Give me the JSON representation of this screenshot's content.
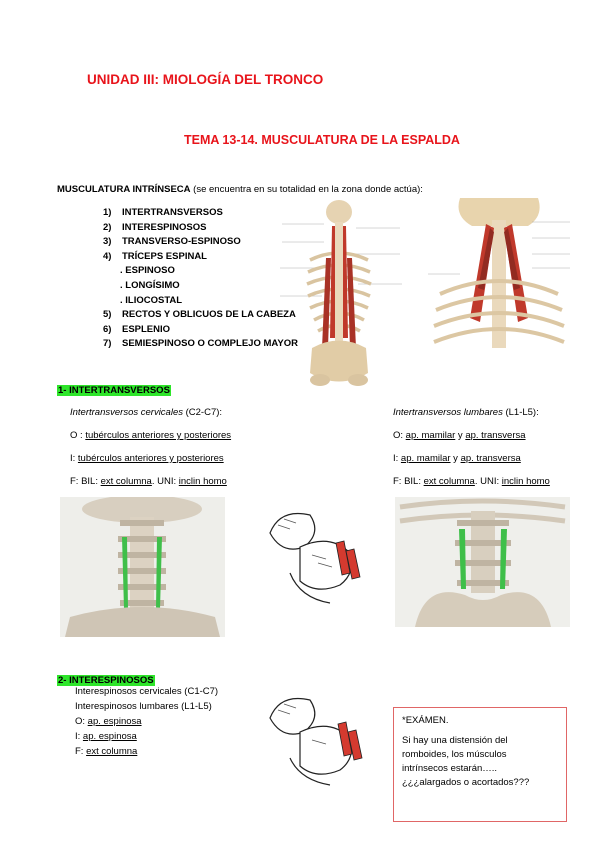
{
  "header": {
    "unit_title": "UNIDAD III: MIOLOGÍA DEL TRONCO",
    "topic_title": "TEMA 13-14. MUSCULATURA DE LA ESPALDA"
  },
  "intro": {
    "bold": "MUSCULATURA INTRÍNSECA",
    "rest": " (se encuentra en su totalidad en la zona donde actúa):"
  },
  "muscle_list": [
    {
      "num": "1)",
      "label": "INTERTRANSVERSOS"
    },
    {
      "num": "2)",
      "label": "INTERESPINOSOS"
    },
    {
      "num": "3)",
      "label": "TRANSVERSO-ESPINOSO"
    },
    {
      "num": "4)",
      "label": "TRÍCEPS ESPINAL"
    },
    {
      "num": "",
      "label": ". ESPINOSO"
    },
    {
      "num": "",
      "label": ". LONGÍSIMO"
    },
    {
      "num": "",
      "label": ". ILIOCOSTAL"
    },
    {
      "num": "5)",
      "label": "RECTOS Y OBLICUOS DE LA CABEZA"
    },
    {
      "num": "6)",
      "label": "ESPLENIO"
    },
    {
      "num": "7)",
      "label": "SEMIESPINOSO O COMPLEJO MAYOR"
    }
  ],
  "section1": {
    "heading": "1-    INTERTRANSVERSOS",
    "cervical": {
      "title_italic": "Intertransversos cervicales",
      "title_range": " (C2-C7)",
      "title_tail": ":",
      "o_prefix": "O : ",
      "o_value": "tubérculos anteriores y posteriores",
      "i_prefix": "I: ",
      "i_value": "tubérculos anteriores y posteriores",
      "f_prefix": "F: BIL: ",
      "f_bil": "ext columna",
      "f_mid": ". UNI: ",
      "f_uni": "inclin homo"
    },
    "lumbar": {
      "title_italic": "Intertransversos lumbares",
      "title_range": " (L1-L5)",
      "title_tail": ":",
      "o_prefix": "O: ",
      "o_v1": "ap. mamilar",
      "o_and": " y ",
      "o_v2": "ap. transversa",
      "i_prefix": "I: ",
      "i_v1": "ap. mamilar",
      "i_and": " y ",
      "i_v2": "ap. transversa",
      "f_prefix": "F: BIL: ",
      "f_bil": "ext columna",
      "f_mid": ". UNI: ",
      "f_uni": "inclin homo"
    }
  },
  "section2": {
    "heading": "2-    INTERESPINOSOS",
    "line1": "Interespinosos cervicales (C1-C7)",
    "line2": "Interespinosos lumbares (L1-L5)",
    "o_prefix": "O: ",
    "o_value": "ap. espinosa",
    "i_prefix": "I: ",
    "i_value": "ap. espinosa",
    "f_prefix": "F: ",
    "f_value": "ext columna"
  },
  "exam_box": {
    "title": "*EXÁMEN.",
    "line1": "Si hay una distensión del",
    "line2": "romboides, los músculos",
    "line3": "intrínsecos estarán…..",
    "line4": "¿¿¿alargados o acortados???"
  },
  "colors": {
    "title_red": "#e8141b",
    "highlight_green": "#2ee52a",
    "muscle_red": "#c0392b",
    "muscle_green": "#3fbf4a",
    "bone": "#e2d2b4"
  }
}
